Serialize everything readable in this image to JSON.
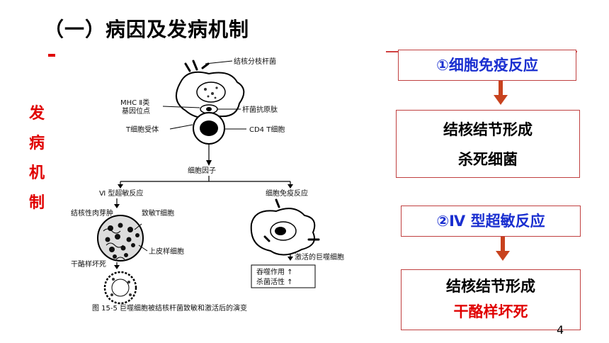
{
  "slide": {
    "title": "（一）病因及发病机制",
    "side_label": [
      "发",
      "病",
      "机",
      "制"
    ],
    "page_number": "4"
  },
  "figure": {
    "labels": {
      "bacterium": "结核分枝杆菌",
      "mhc": "MHC Ⅱ类",
      "gene_site": "基因位点",
      "antigen_peptide": "杆菌抗原肽",
      "t_receptor": "T细胞受体",
      "cd4": "CD4 T细胞",
      "cytokine": "细胞因子",
      "type4": "Ⅵ 型超敏反应",
      "cellular": "细胞免疫反应",
      "granuloma": "结核性肉芽肿",
      "sensitized_t": "致敏T细胞",
      "epithelioid": "上皮样细胞",
      "caseous": "干酪样坏死",
      "activated_macrophage": "激活的巨噬细胞",
      "phagocytosis": "吞噬作用 ↑",
      "bactericidal": "杀菌活性 ↑",
      "caption": "图 15-5   巨噬细胞被结核杆菌致敏和激活后的演变"
    }
  },
  "flow": {
    "box1": "①细胞免疫反应",
    "box2_line1": "结核结节形成",
    "box2_line2": "杀死细菌",
    "box3": "②Ⅳ 型超敏反应",
    "box4_line1": "结核结节形成",
    "box4_line2": "干酪样坏死"
  },
  "colors": {
    "accent_red": "#e00000",
    "accent_blue": "#1a2fd0",
    "arrow": "#c8421e"
  }
}
